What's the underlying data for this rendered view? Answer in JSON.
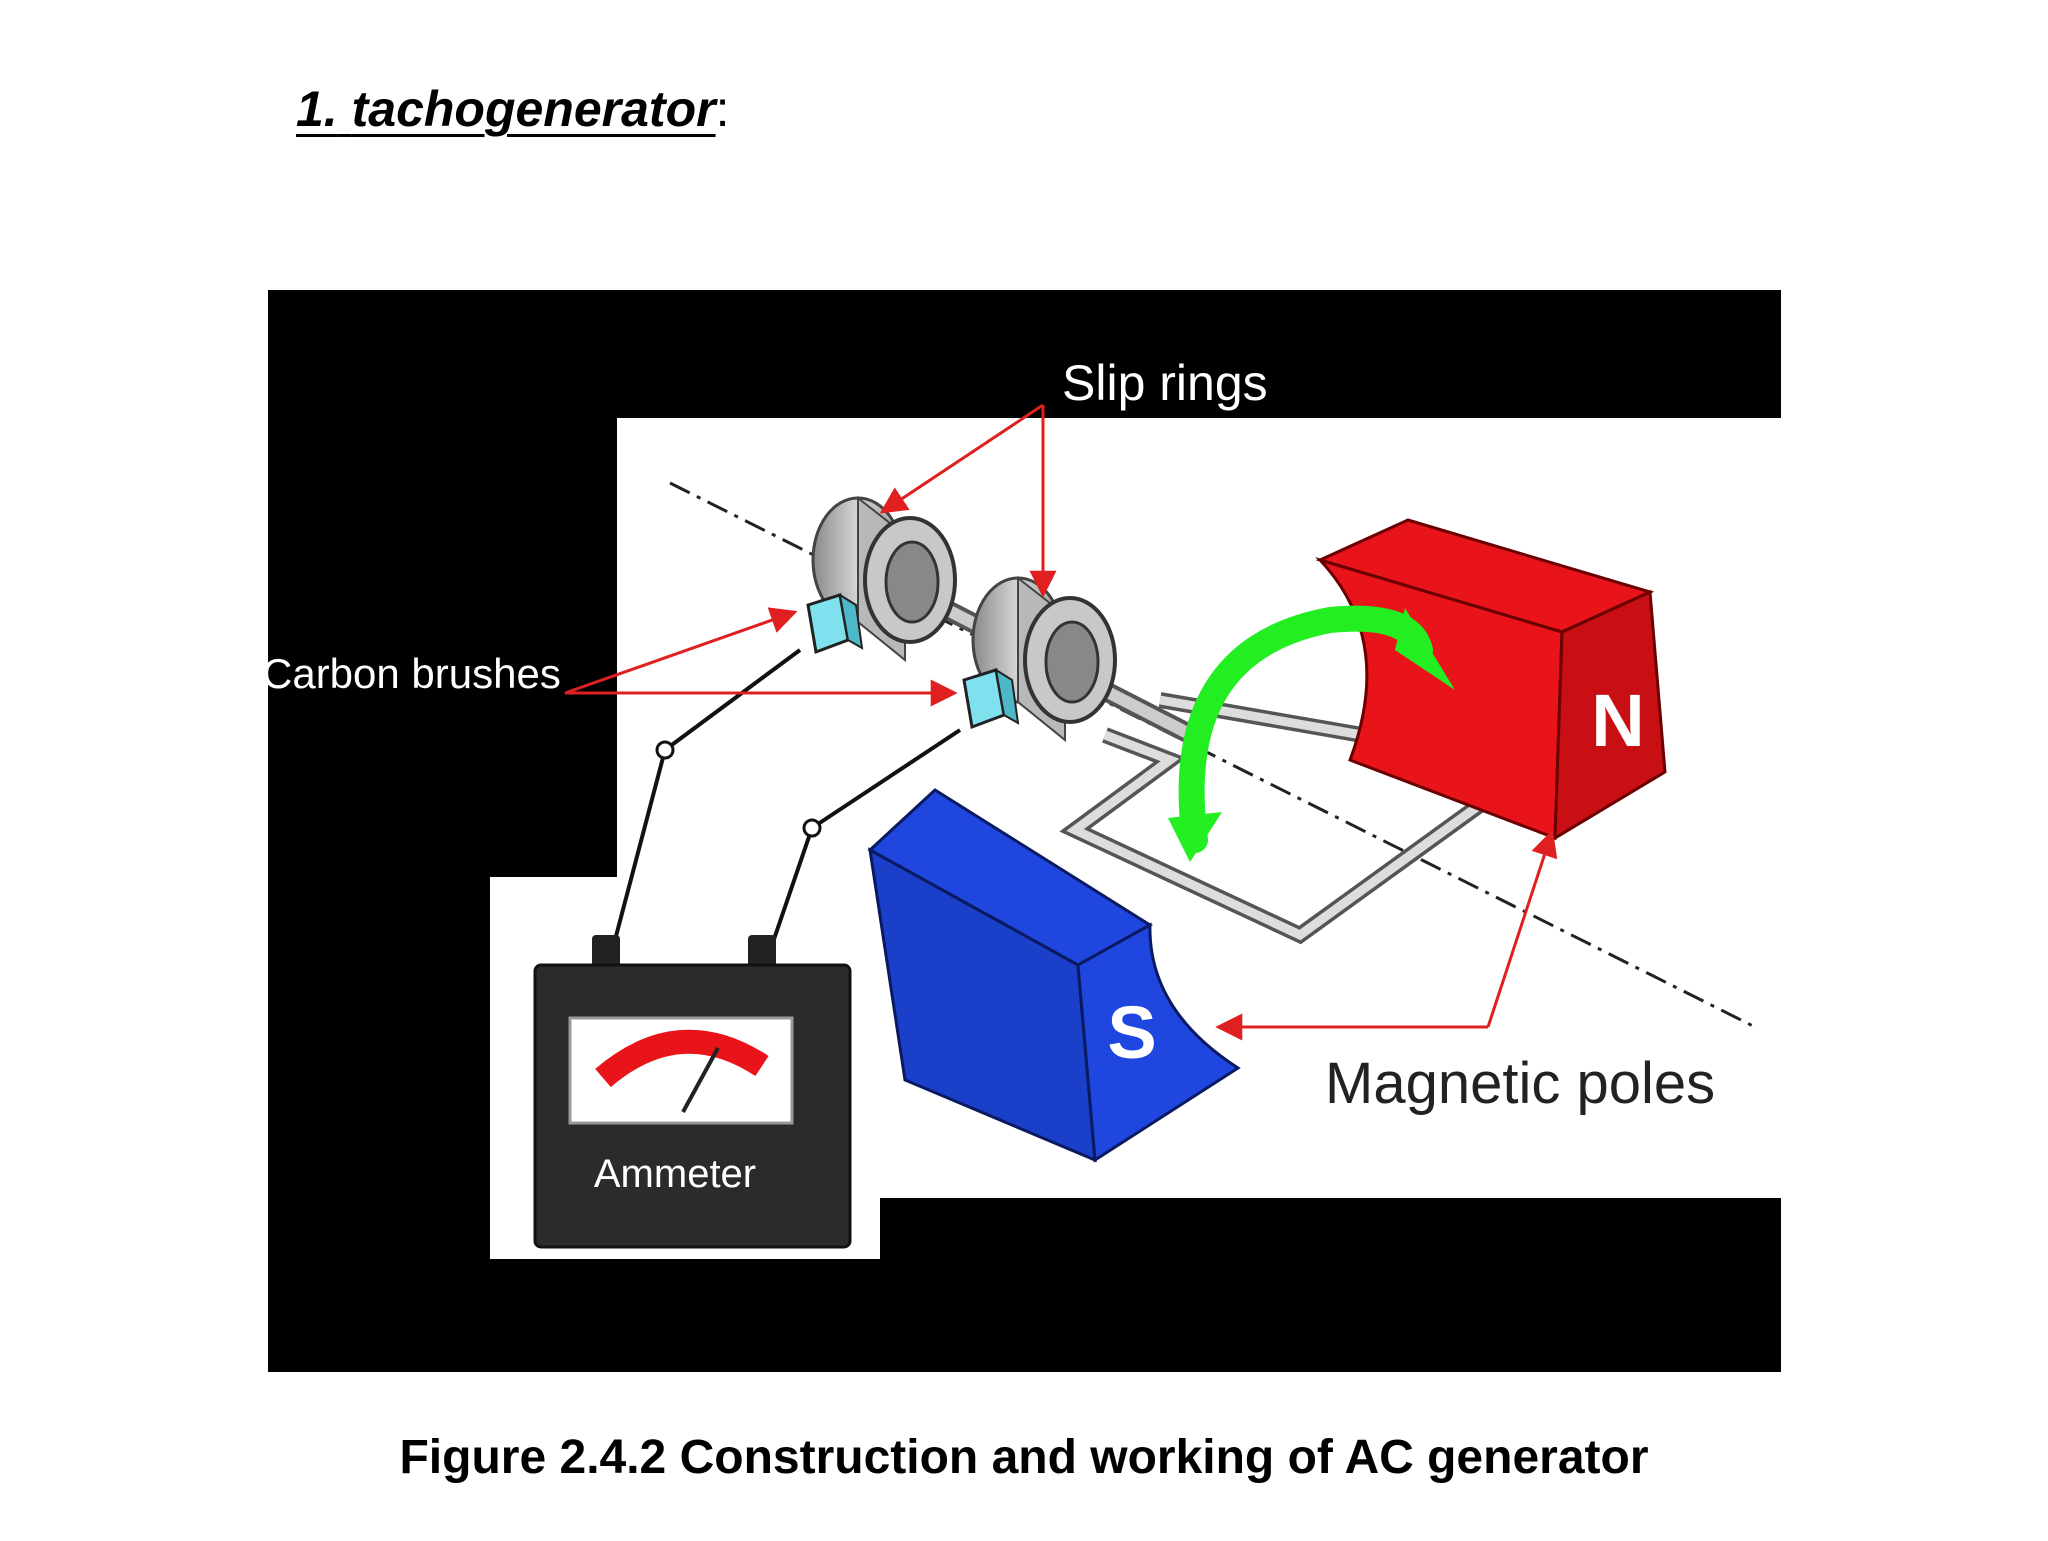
{
  "heading": {
    "number": "1.",
    "title": "tachogenerator",
    "suffix": ":"
  },
  "diagram": {
    "labels": {
      "slip_rings": "Slip rings",
      "carbon_brushes": "Carbon brushes",
      "magnetic_poles": "Magnetic poles",
      "north": "N",
      "south": "S",
      "ammeter": "Ammeter"
    },
    "colors": {
      "background_block": "#000000",
      "north_pole": "#e8141a",
      "south_pole": "#1f47e0",
      "rotation_arrow": "#22ee22",
      "brush": "#7fe0ee",
      "pointer_arrow": "#e02020",
      "ammeter_body": "#2b2b2b",
      "scale_arc": "#e8141a"
    }
  },
  "caption": "Figure 2.4.2 Construction and working of AC generator"
}
